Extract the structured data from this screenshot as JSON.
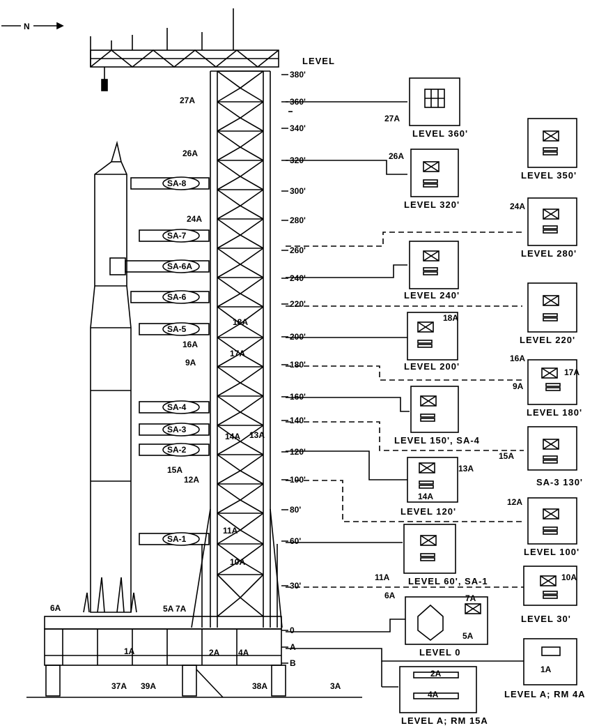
{
  "north": "N",
  "level_header": "LEVEL",
  "tower_levels": [
    "380'",
    "360'",
    "340'",
    "320'",
    "300'",
    "280'",
    "260'",
    "240'",
    "220'",
    "200'",
    "180'",
    "160'",
    "140'",
    "120'",
    "100'",
    "80'",
    "60'",
    "30'",
    "0",
    "A",
    "B"
  ],
  "tower_labels": [
    "27A",
    "26A",
    "24A",
    "18A",
    "17A",
    "16A",
    "9A",
    "14A",
    "13A",
    "15A",
    "12A",
    "11A",
    "10A",
    "6A",
    "5A",
    "7A",
    "1A",
    "2A",
    "4A",
    "37A",
    "39A",
    "38A",
    "3A"
  ],
  "stages": [
    "SA-8",
    "SA-7",
    "SA-6A",
    "SA-6",
    "SA-5",
    "SA-4",
    "SA-3",
    "SA-2",
    "SA-1"
  ],
  "panels": [
    {
      "title": "LEVEL 360'",
      "labels": [
        "27A"
      ]
    },
    {
      "title": "LEVEL 320'",
      "labels": [
        "26A"
      ]
    },
    {
      "title": "LEVEL 240'",
      "labels": []
    },
    {
      "title": "LEVEL 200'",
      "labels": [
        "18A"
      ]
    },
    {
      "title": "LEVEL 150', SA-4",
      "labels": []
    },
    {
      "title": "LEVEL 120'",
      "labels": [
        "13A",
        "14A"
      ]
    },
    {
      "title": "LEVEL 60', SA-1",
      "labels": [
        "11A"
      ]
    },
    {
      "title": "LEVEL 0",
      "labels": [
        "6A",
        "7A",
        "5A"
      ]
    },
    {
      "title": "LEVEL A; RM 15A",
      "labels": [
        "2A",
        "4A"
      ]
    },
    {
      "title": "LEVEL 350'",
      "labels": []
    },
    {
      "title": "LEVEL 280'",
      "labels": [
        "24A"
      ]
    },
    {
      "title": "LEVEL 220'",
      "labels": []
    },
    {
      "title": "LEVEL 180'",
      "labels": [
        "16A",
        "17A",
        "9A"
      ]
    },
    {
      "title": "SA-3 130'",
      "labels": [
        "15A"
      ]
    },
    {
      "title": "LEVEL 100'",
      "labels": [
        "12A"
      ]
    },
    {
      "title": "LEVEL 30'",
      "labels": [
        "10A"
      ]
    },
    {
      "title": "LEVEL A; RM 4A",
      "labels": [
        "1A"
      ]
    }
  ]
}
